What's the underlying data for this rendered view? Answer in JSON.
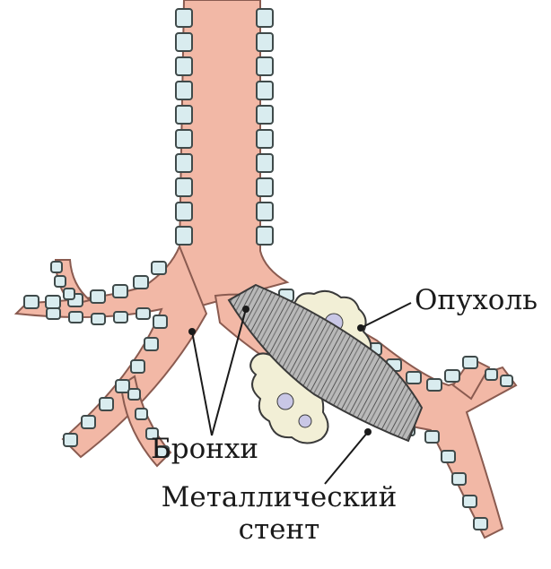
{
  "labels": {
    "tumor": "Опухоль",
    "bronchi": "Бронхи",
    "stent_line1": "Металлический",
    "stent_line2": "стент"
  },
  "colors": {
    "airway_fill": "#f2b8a6",
    "airway_shade": "#e49a86",
    "cartilage_fill": "#d9ecef",
    "cartilage_stroke": "#3f4a4a",
    "stent": "#8c8c8c",
    "tumor_fill": "#f2efd6",
    "tumor_shade": "#c9c7e6",
    "leader_line": "#1a1a1a"
  }
}
